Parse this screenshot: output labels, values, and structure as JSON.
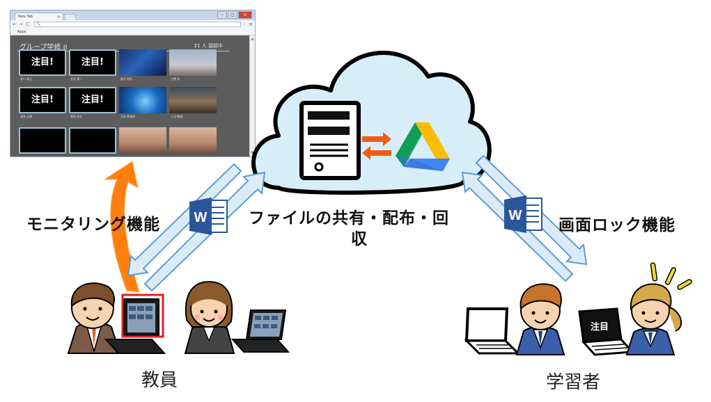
{
  "browser": {
    "tab_title": "New Tab",
    "tab_close": "×",
    "window_buttons": [
      "–",
      "□",
      "×"
    ],
    "nav_icons": [
      "←",
      "→",
      "C",
      "🔍"
    ],
    "star_icon": "☆",
    "menu_icon": "≡",
    "bookmarks_label": "Apps",
    "page_title": "グループ学修 II",
    "page_count": "21 人 接続中",
    "scroll_up": "▲",
    "scroll_down": "▼",
    "thumbnails": [
      {
        "type": "black",
        "text": "注目!",
        "name": "野口 裕之"
      },
      {
        "type": "black",
        "text": "注目!",
        "name": "金原 兼一"
      },
      {
        "type": "win8",
        "text": "",
        "name": "飯村 朋弘"
      },
      {
        "type": "mac",
        "text": "",
        "name": "古籠 央"
      },
      {
        "type": "black",
        "text": "注目!",
        "name": "高野 岩夢"
      },
      {
        "type": "black",
        "text": "注目!",
        "name": "菅原 寿史"
      },
      {
        "type": "win7",
        "text": "",
        "name": "河本 勢俊朗"
      },
      {
        "type": "mtn",
        "text": "",
        "name": "上田 朝雄"
      },
      {
        "type": "black",
        "text": "",
        "name": ""
      },
      {
        "type": "black",
        "text": "",
        "name": ""
      },
      {
        "type": "warm",
        "text": "",
        "name": ""
      },
      {
        "type": "warm",
        "text": "",
        "name": ""
      }
    ]
  },
  "labels": {
    "monitoring": "モニタリング機能",
    "file_sharing_line1": "ファイルの共有・配布・回",
    "file_sharing_line2": "収",
    "screen_lock": "画面ロック機能",
    "teacher": "教員",
    "learner": "学習者",
    "attention_badge": "注目"
  },
  "icons": {
    "server": "server-icon",
    "drive": "google-drive-icon",
    "word_left": "W",
    "word_right": "W"
  },
  "colors": {
    "cloud_fill": "#d7eef8",
    "arrow_blue_fill": "#dcecf7",
    "arrow_blue_stroke": "#5b9bd5",
    "orange_arrow": "#ff7f0e",
    "small_arrow_orange": "#f35b15",
    "word_blue": "#2b579a",
    "red_frame": "#e02020",
    "attention_yellow": "#ecd83c"
  }
}
